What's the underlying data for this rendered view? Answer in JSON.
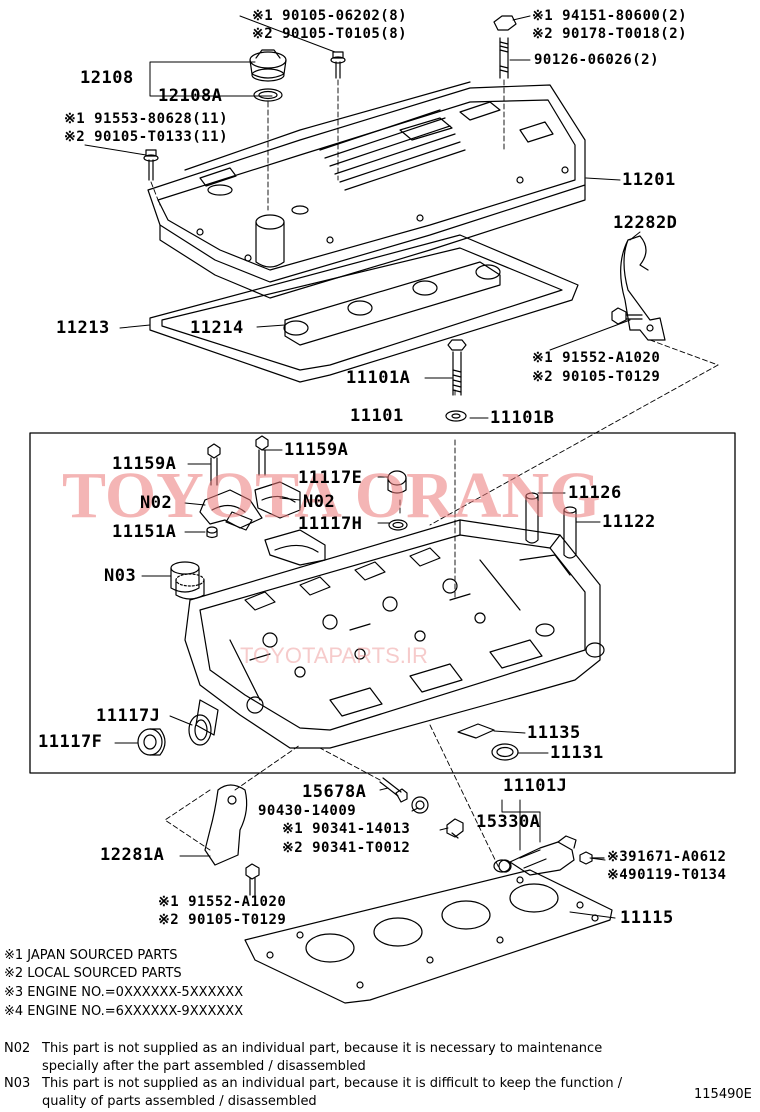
{
  "watermark": {
    "brand": "TOYOTA ORANG",
    "site": "TOYOTAPARTS.IR"
  },
  "callouts": {
    "c12108": "12108",
    "c12108A": "12108A",
    "c11201": "11201",
    "c11213": "11213",
    "c11214": "11214",
    "c12282D": "12282D",
    "c11101A": "11101A",
    "c11101B": "11101B",
    "c11101": "11101",
    "c11159A_left": "11159A",
    "c11159A_right": "11159A",
    "c11117E": "11117E",
    "c11126": "11126",
    "cN02_left": "N02",
    "cN02_right": "N02",
    "c11151A": "11151A",
    "c11117H": "11117H",
    "c11122": "11122",
    "cN03": "N03",
    "c11117J": "11117J",
    "c11117F": "11117F",
    "c11135": "11135",
    "c11131": "11131",
    "c11101J": "11101J",
    "c15678A": "15678A",
    "c90430": "90430-14009",
    "c15330A": "15330A",
    "c12281A": "12281A",
    "c11115": "11115"
  },
  "partnums": {
    "p_top1": "※1 90105-06202(8)",
    "p_top2": "※2 90105-T0105(8)",
    "p_topr1": "※1 94151-80600(2)",
    "p_topr2": "※2 90178-T0018(2)",
    "p_stud": "90126-06026(2)",
    "p_left1": "※1 91553-80628(11)",
    "p_left2": "※2 90105-T0133(11)",
    "p_brk1": "※1 91552-A1020",
    "p_brk2": "※2 90105-T0129",
    "p_plug1": "※1 90341-14013",
    "p_plug2": "※2 90341-T0012",
    "p_bolt1": "※1 91552-A1020",
    "p_bolt2": "※2 90105-T0129",
    "p_sens1": "※391671-A0612",
    "p_sens2": "※490119-T0134"
  },
  "legend": {
    "l1": "※1 JAPAN SOURCED PARTS",
    "l2": "※2 LOCAL SOURCED PARTS",
    "l3": "※3 ENGINE NO.=0XXXXXX-5XXXXXX",
    "l4": "※4 ENGINE NO.=6XXXXXX-9XXXXXX"
  },
  "notes": {
    "n02_code": "N02",
    "n02_line1": "This part is not supplied as an individual part, because it is necessary to maintenance",
    "n02_line2": "specially after the part assembled / disassembled",
    "n03_code": "N03",
    "n03_line1": "This part is not supplied as an individual part, because it is difficult to keep the function /",
    "n03_line2": "quality of parts  assembled / disassembled"
  },
  "figure_id": "115490E"
}
